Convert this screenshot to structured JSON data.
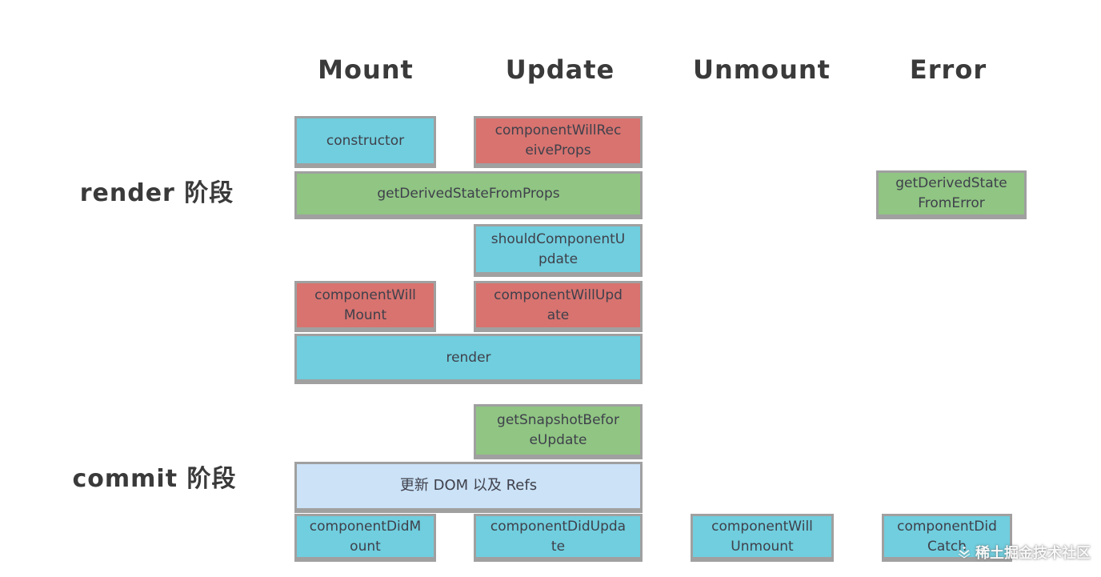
{
  "colors": {
    "blue": "#70cede",
    "red": "#d8736f",
    "green": "#90c583",
    "pale_blue": "#cbe2f7",
    "box_border": "#a0a0a0",
    "box_text": "#3f404b",
    "heading_text": "#3a3a3a"
  },
  "columns": {
    "mount": {
      "label": "Mount"
    },
    "update": {
      "label": "Update"
    },
    "unmount": {
      "label": "Unmount"
    },
    "error": {
      "label": "Error"
    }
  },
  "phases": {
    "render": {
      "label": "render 阶段"
    },
    "commit": {
      "label": "commit 阶段"
    }
  },
  "boxes": {
    "constructor": {
      "label": "constructor",
      "color": "blue"
    },
    "component_will_receive_props": {
      "label": "componentWillRec\neiveProps",
      "color": "red"
    },
    "get_derived_state_from_props": {
      "label": "getDerivedStateFromProps",
      "color": "green"
    },
    "get_derived_state_from_error": {
      "label": "getDerivedState\nFromError",
      "color": "green"
    },
    "should_component_update": {
      "label": "shouldComponentU\npdate",
      "color": "blue"
    },
    "component_will_mount": {
      "label": "componentWill\nMount",
      "color": "red"
    },
    "component_will_update": {
      "label": "componentWillUpd\nate",
      "color": "red"
    },
    "render": {
      "label": "render",
      "color": "blue"
    },
    "get_snapshot_before_update": {
      "label": "getSnapshotBefor\neUpdate",
      "color": "green"
    },
    "update_dom_and_refs": {
      "label": "更新 DOM 以及 Refs",
      "color": "pale_blue"
    },
    "component_did_mount": {
      "label": "componentDidM\nount",
      "color": "blue"
    },
    "component_did_update": {
      "label": "componentDidUpda\nte",
      "color": "blue"
    },
    "component_will_unmount": {
      "label": "componentWill\nUnmount",
      "color": "blue"
    },
    "component_did_catch": {
      "label": "componentDid\nCatch",
      "color": "blue"
    }
  },
  "watermark": {
    "text": "稀土掘金技术社区"
  }
}
